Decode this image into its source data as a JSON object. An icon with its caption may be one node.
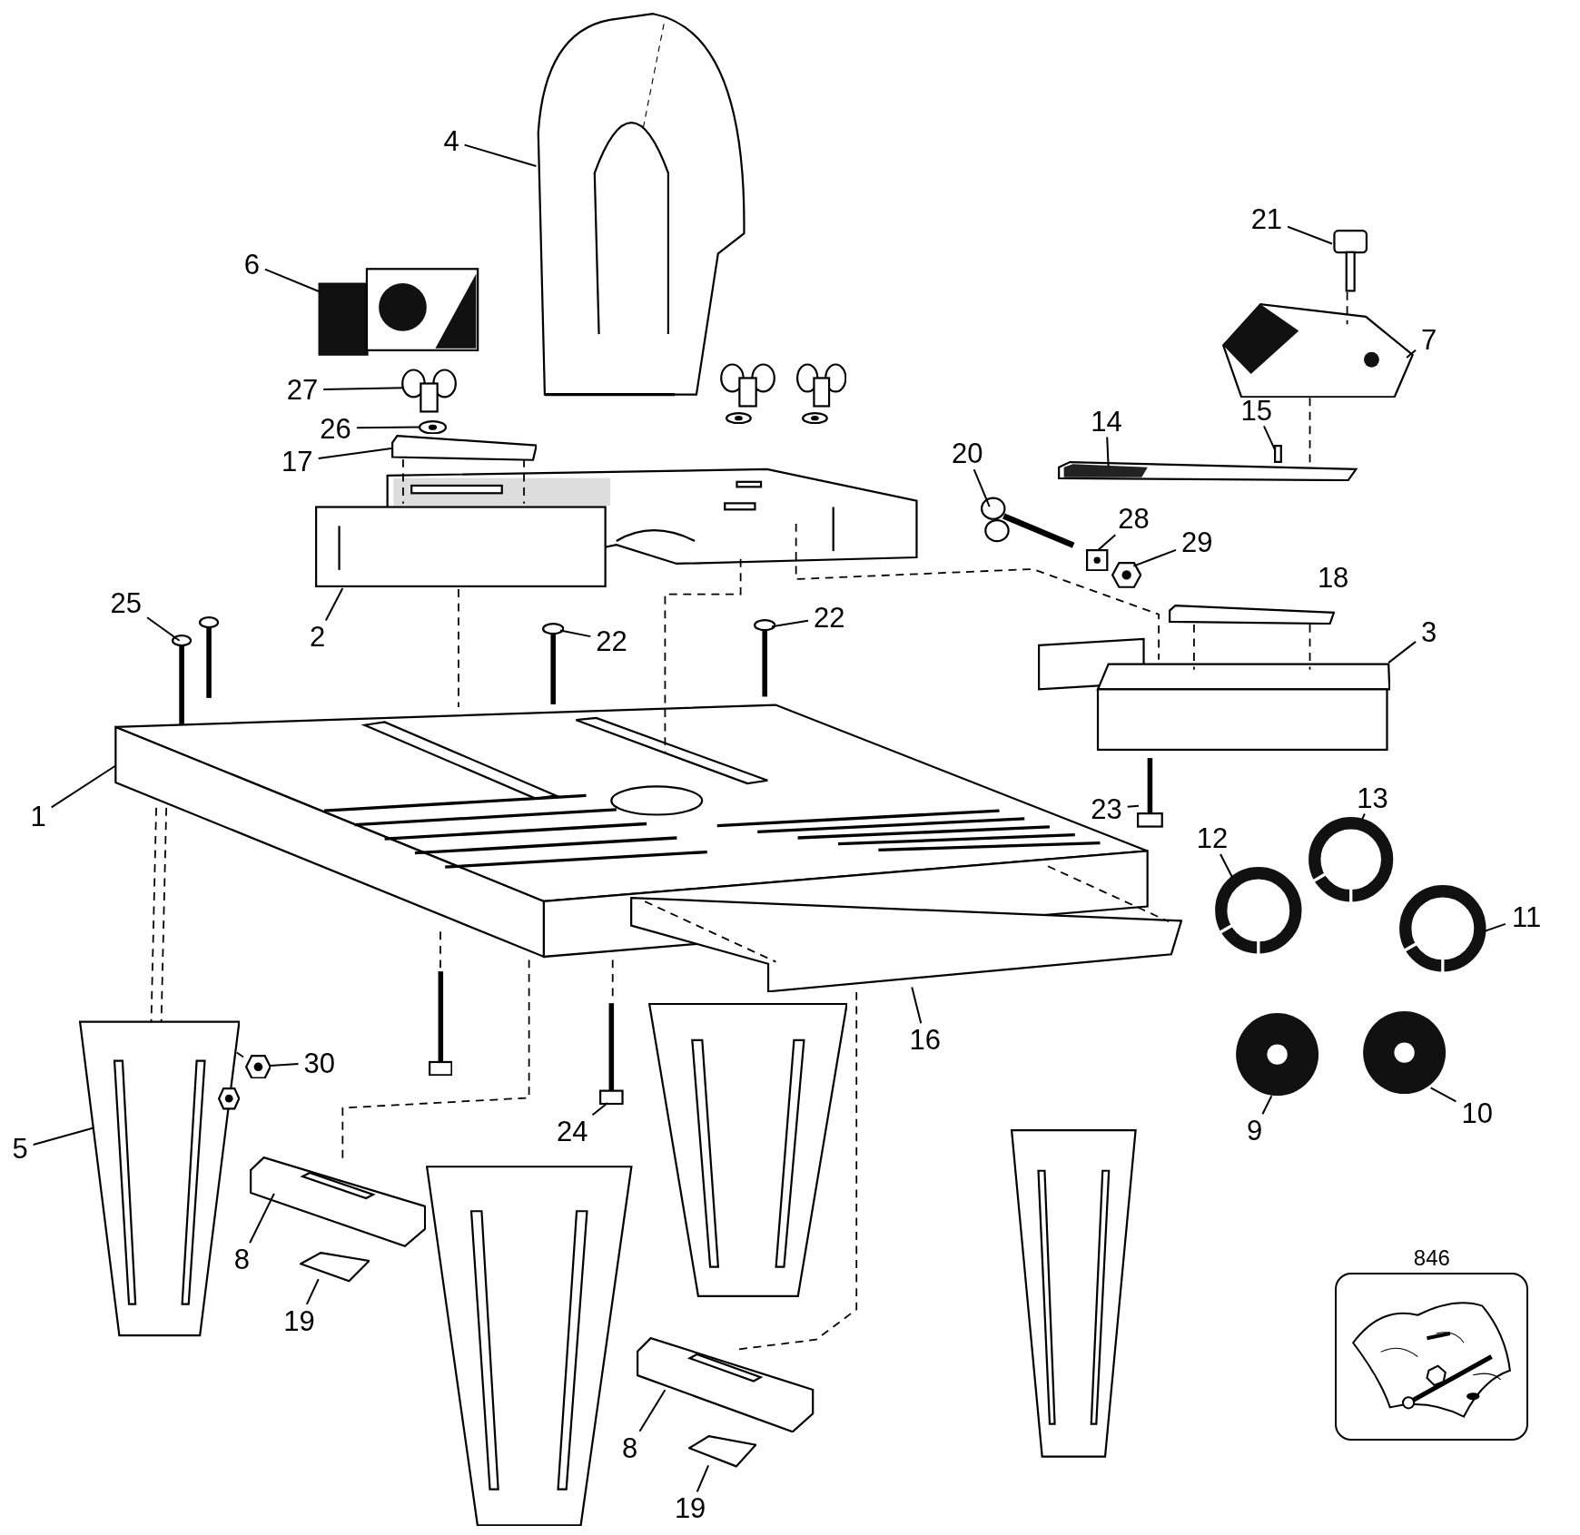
{
  "diagram": {
    "nodes": [
      {
        "text": [
          "4"
        ]
      },
      {
        "text": [],
        "shape": "picture"
      },
      {
        "text": [
          "6"
        ]
      },
      {
        "text": [],
        "shape": "picture"
      },
      {
        "text": [
          "21"
        ]
      },
      {
        "text": [],
        "shape": "picture"
      },
      {
        "text": [
          "7"
        ]
      },
      {
        "text": [],
        "shape": "picture"
      },
      {
        "text": [
          "27"
        ]
      },
      {
        "text": [],
        "shape": "picture"
      },
      {
        "text": [
          "26"
        ]
      },
      {
        "text": [],
        "shape": "picture"
      },
      {
        "text": [
          "17"
        ]
      },
      {
        "text": [],
        "shape": "picture"
      },
      {
        "text": [
          "14"
        ]
      },
      {
        "text": [],
        "shape": "picture"
      },
      {
        "text": [
          "15"
        ]
      },
      {
        "text": [],
        "shape": "bar"
      },
      {
        "text": [
          "20"
        ]
      },
      {
        "text": [],
        "shape": "picture"
      },
      {
        "text": [
          "28"
        ]
      },
      {
        "text": [],
        "shape": "picture"
      },
      {
        "text": [
          "29"
        ]
      },
      {
        "text": [],
        "shape": "picture"
      },
      {
        "text": [
          "3"
        ]
      },
      {
        "text": [],
        "shape": "picture"
      },
      {
        "text": [
          "25"
        ]
      },
      {
        "text": [],
        "shape": "picture"
      },
      {
        "text": [
          "22"
        ]
      },
      {
        "text": [],
        "shape": "picture"
      },
      {
        "text": [
          "22"
        ]
      },
      {
        "text": [],
        "shape": "picture"
      },
      {
        "text": [
          "2"
        ]
      },
      {
        "text": [],
        "shape": "picture"
      },
      {
        "text": [
          "1"
        ]
      },
      {
        "text": [],
        "shape": "picture"
      },
      {
        "text": [
          "23"
        ]
      },
      {
        "text": [],
        "shape": "picture"
      },
      {
        "text": [
          "13"
        ]
      },
      {
        "text": [],
        "shape": "picture"
      },
      {
        "text": [
          "12"
        ]
      },
      {
        "text": [],
        "shape": "picture"
      },
      {
        "text": [
          "11"
        ]
      },
      {
        "text": [],
        "shape": "picture"
      },
      {
        "text": [
          "16"
        ]
      },
      {
        "text": [],
        "shape": "picture"
      },
      {
        "text": [
          "30"
        ]
      },
      {
        "text": [],
        "shape": "picture"
      },
      {
        "text": [
          "5"
        ]
      },
      {
        "text": [],
        "shape": "picture"
      },
      {
        "text": [
          "24"
        ]
      },
      {
        "text": [],
        "shape": "picture"
      },
      {
        "text": [
          "9"
        ]
      },
      {
        "text": [],
        "shape": "picture"
      },
      {
        "text": [
          "10"
        ]
      },
      {
        "text": [],
        "shape": "picture"
      },
      {
        "text": [
          "8"
        ]
      },
      {
        "text": [],
        "shape": "picture"
      },
      {
        "text": [
          "19"
        ]
      },
      {
        "text": [],
        "shape": "picture"
      },
      {
        "text": [
          "8"
        ]
      },
      {
        "text": [],
        "shape": "picture"
      },
      {
        "text": [
          "19"
        ]
      },
      {
        "text": [],
        "shape": "picture"
      },
      {
        "text": [
          "846"
        ]
      }
    ],
    "edges": [
      {
        "from": 0,
        "to": 1,
        "arrow": "none"
      },
      {
        "from": 2,
        "to": 3,
        "arrow": "none"
      },
      {
        "from": 4,
        "to": 5,
        "arrow": "none"
      },
      {
        "from": 6,
        "to": 7,
        "arrow": "none"
      },
      {
        "from": 8,
        "to": 9,
        "arrow": "none"
      },
      {
        "from": 10,
        "to": 11,
        "arrow": "none"
      },
      {
        "from": 12,
        "to": 13,
        "arrow": "none"
      },
      {
        "from": 14,
        "to": 15,
        "arrow": "none"
      },
      {
        "from": 16,
        "to": 17,
        "arrow": "none"
      },
      {
        "from": 18,
        "to": 19,
        "arrow": "none"
      },
      {
        "from": 20,
        "to": 21,
        "arrow": "none"
      },
      {
        "from": 22,
        "to": 23,
        "arrow": "none"
      },
      {
        "from": 24,
        "to": 25,
        "arrow": "none"
      },
      {
        "from": 26,
        "to": 27,
        "arrow": "none"
      },
      {
        "from": 28,
        "to": 29,
        "arrow": "none"
      },
      {
        "from": 30,
        "to": 31,
        "arrow": "none"
      },
      {
        "from": 32,
        "to": 33,
        "arrow": "none"
      },
      {
        "from": 34,
        "to": 35,
        "arrow": "none"
      },
      {
        "from": 36,
        "to": 37,
        "arrow": "none"
      },
      {
        "from": 38,
        "to": 39,
        "arrow": "none"
      },
      {
        "from": 40,
        "to": 41,
        "arrow": "none"
      },
      {
        "from": 42,
        "to": 43,
        "arrow": "none"
      },
      {
        "from": 44,
        "to": 45,
        "arrow": "none"
      },
      {
        "from": 46,
        "to": 47,
        "arrow": "none"
      },
      {
        "from": 48,
        "to": 49,
        "arrow": "none"
      },
      {
        "from": 50,
        "to": 51,
        "arrow": "none"
      },
      {
        "from": 52,
        "to": 53,
        "arrow": "none"
      },
      {
        "from": 54,
        "to": 55,
        "arrow": "none"
      },
      {
        "from": 56,
        "to": 57,
        "arrow": "none"
      },
      {
        "from": 58,
        "to": 59,
        "arrow": "none"
      },
      {
        "from": 60,
        "to": 61,
        "arrow": "none"
      },
      {
        "from": 62,
        "to": 63,
        "arrow": "none"
      },
      {
        "from": 35,
        "to": 49,
        "arrow": "none",
        "style": "dashed"
      },
      {
        "from": 35,
        "to": 49,
        "arrow": "none",
        "style": "dashed"
      },
      {
        "from": 35,
        "to": 51,
        "arrow": "none",
        "style": "dashed"
      },
      {
        "from": 13,
        "to": 33,
        "arrow": "none",
        "style": "dashed"
      },
      {
        "from": 13,
        "to": 33,
        "arrow": "none",
        "style": "dashed"
      },
      {
        "from": 33,
        "to": 35,
        "arrow": "none",
        "style": "dashed"
      },
      {
        "from": 33,
        "to": 35,
        "arrow": "none",
        "style": "dashed"
      },
      {
        "from": 33,
        "to": 25,
        "arrow": "none",
        "style": "dashed"
      },
      {
        "from": 7,
        "to": 15,
        "arrow": "none",
        "style": "dashed"
      },
      {
        "from": 5,
        "to": 7,
        "arrow": "none",
        "style": "dashed"
      },
      {
        "from": 35,
        "to": 57,
        "arrow": "none",
        "style": "dashed"
      },
      {
        "from": 45,
        "to": 61,
        "arrow": "none",
        "style": "dashed"
      },
      {
        "from": 35,
        "to": 45,
        "arrow": "none",
        "style": "dashed"
      },
      {
        "from": 35,
        "to": 45,
        "arrow": "none",
        "style": "dashed"
      },
      {
        "from": 49,
        "to": 47,
        "arrow": "none",
        "style": "dashed"
      }
    ],
    "labels": [
      "18"
    ]
  }
}
